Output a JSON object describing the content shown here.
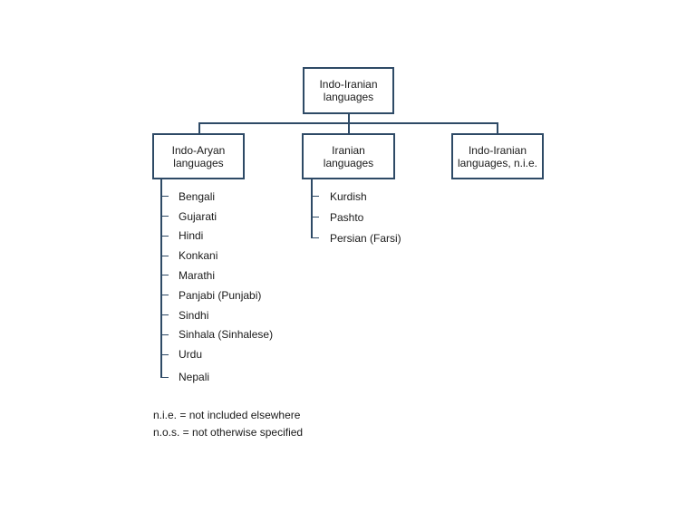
{
  "root": {
    "label": "Indo-Iranian\nlanguages"
  },
  "branches": [
    {
      "label": "Indo-Aryan\nlanguages",
      "children": [
        "Bengali",
        "Gujarati",
        "Hindi",
        "Konkani",
        "Marathi",
        "Panjabi (Punjabi)",
        "Sindhi",
        "Sinhala (Sinhalese)",
        "Urdu",
        "Nepali"
      ]
    },
    {
      "label": "Iranian\nlanguages",
      "children": [
        "Kurdish",
        "Pashto",
        "Persian (Farsi)"
      ]
    },
    {
      "label": "Indo-Iranian\nlanguages, n.i.e.",
      "children": []
    }
  ],
  "legend": [
    "n.i.e. = not included elsewhere",
    "n.o.s. = not otherwise specified"
  ],
  "colors": {
    "line": "#2e4a66",
    "text": "#1a1a1a"
  }
}
